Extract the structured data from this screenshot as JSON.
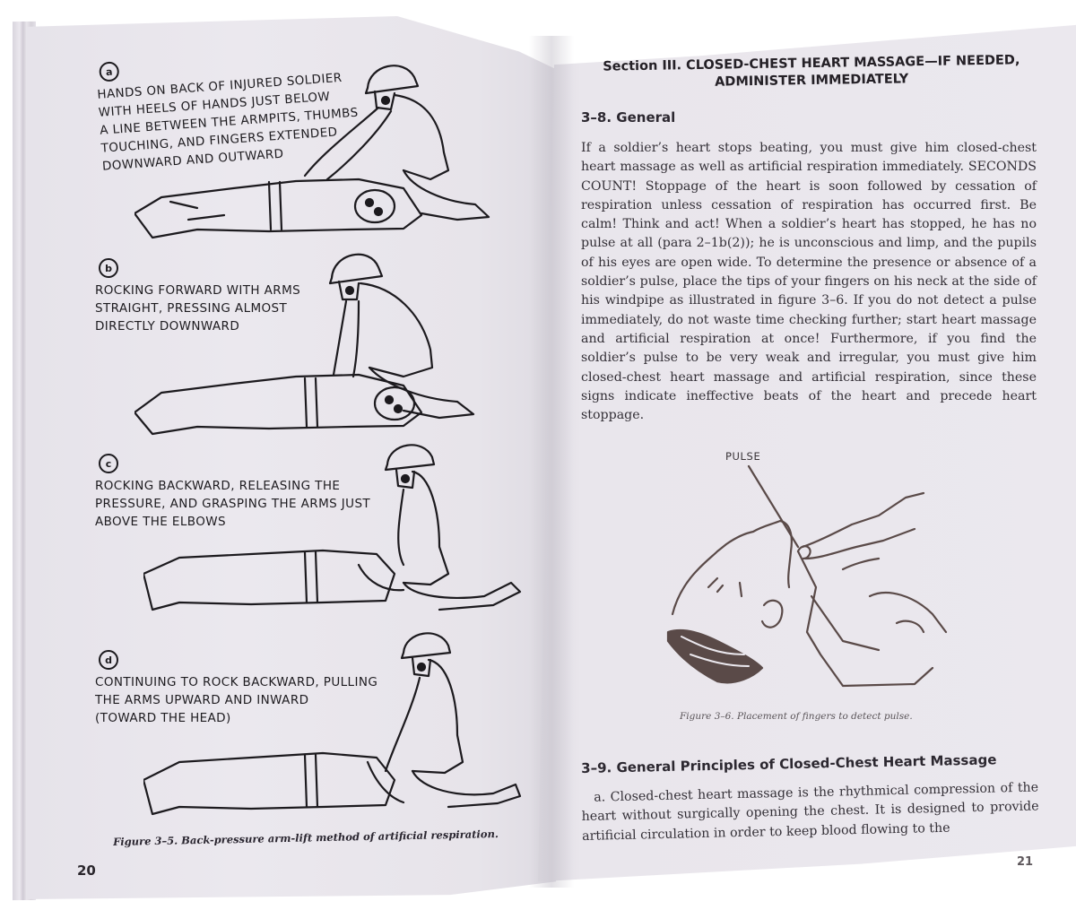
{
  "left_page": {
    "page_number": "20",
    "steps": [
      {
        "marker": "a",
        "text": "HANDS ON BACK OF INJURED SOLDIER\nWITH HEELS OF HANDS JUST BELOW\nA LINE BETWEEN THE ARMPITS, THUMBS\nTOUCHING, AND FINGERS EXTENDED\nDOWNWARD AND OUTWARD"
      },
      {
        "marker": "b",
        "text": "ROCKING FORWARD WITH ARMS\nSTRAIGHT, PRESSING ALMOST\nDIRECTLY DOWNWARD"
      },
      {
        "marker": "c",
        "text": "ROCKING BACKWARD, RELEASING THE\nPRESSURE, AND GRASPING THE ARMS JUST\nABOVE THE ELBOWS"
      },
      {
        "marker": "d",
        "text": "CONTINUING TO ROCK BACKWARD, PULLING\nTHE ARMS UPWARD AND INWARD\n(TOWARD THE HEAD)"
      }
    ],
    "figure_caption": "Figure 3–5. Back-pressure arm-lift method of artificial respiration."
  },
  "right_page": {
    "page_number": "21",
    "section_title_line1": "Section III.  CLOSED-CHEST HEART MASSAGE—IF NEEDED,",
    "section_title_line2": "ADMINISTER IMMEDIATELY",
    "paragraphs": [
      {
        "heading": "3–8.  General",
        "text": "If a soldier’s heart stops beating, you must give him closed-chest heart massage as well as artificial respiration immediately. SEC­ONDS COUNT! Stoppage of the heart is soon followed by cessation of respiration unless cessation of respiration has occurred first. Be calm! Think and act! When a soldier’s heart has stopped, he has no pulse at all (para 2–1b(2)); he is unconscious and limp, and the pupils of his eyes are open wide. To determine the presence or absence of a soldier’s pulse, place the tips of your fingers on his neck at the side of his windpipe as illustrated in figure 3–6. If you do not detect a pulse immediately, do not waste time checking further; start heart massage and artificial respiration at once! Furthermore, if you find the soldier’s pulse to be very weak and irregular, you must give him closed-chest heart massage and artificial respiration, since these signs indicate ineffective beats of the heart and precede heart stoppage."
      },
      {
        "heading": "3–9.  General Principles of Closed-Chest Heart Massage",
        "text": "a. Closed-chest heart massage is the rhythmical compression of the heart without surgically opening the chest. It is designed to provide artificial circulation in order to keep blood flowing to the"
      }
    ],
    "figure_label": "PULSE",
    "figure_caption": "Figure 3–6.  Placement of fingers to detect pulse."
  },
  "colors": {
    "page": "#ebe8ee",
    "ink_dark": "#1e1c20",
    "ink_body": "#332f36",
    "illustration_brown": "#5a4a48"
  }
}
